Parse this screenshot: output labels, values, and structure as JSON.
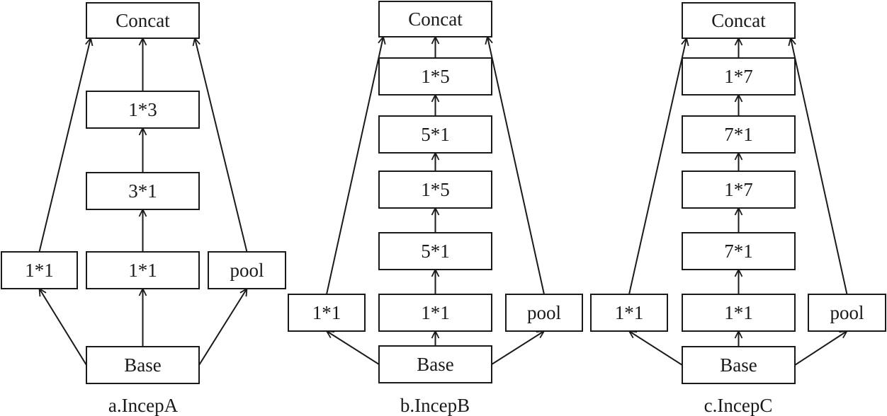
{
  "panels": [
    {
      "caption": "a.IncepA",
      "concat_label": "Concat",
      "base_label": "Base",
      "left_label": "1*1",
      "right_label": "pool",
      "center_labels": [
        "1*1",
        "3*1",
        "1*3"
      ]
    },
    {
      "caption": "b.IncepB",
      "concat_label": "Concat",
      "base_label": "Base",
      "left_label": "1*1",
      "right_label": "pool",
      "center_labels": [
        "1*1",
        "5*1",
        "1*5",
        "5*1",
        "1*5"
      ]
    },
    {
      "caption": "c.IncepC",
      "concat_label": "Concat",
      "base_label": "Base",
      "left_label": "1*1",
      "right_label": "pool",
      "center_labels": [
        "1*1",
        "7*1",
        "1*7",
        "7*1",
        "1*7"
      ]
    }
  ],
  "colors": {
    "stroke": "#1a1a1a",
    "background": "#ffffff"
  }
}
